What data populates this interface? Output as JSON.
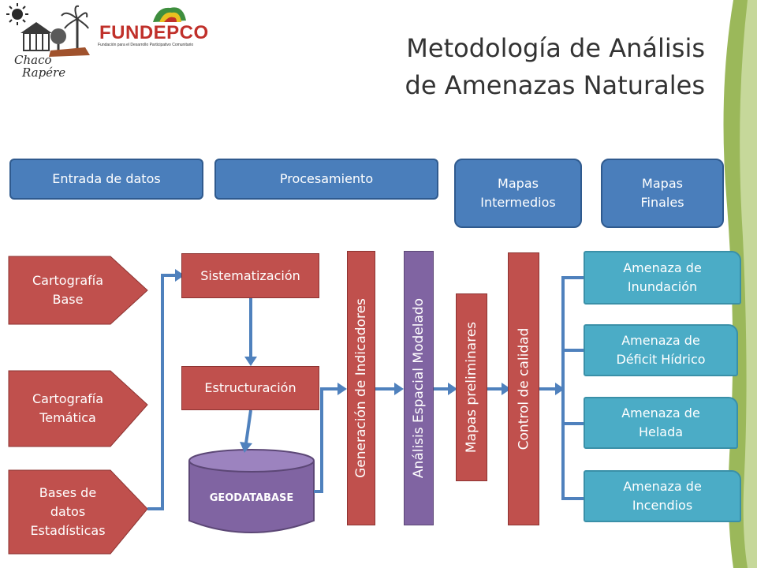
{
  "title": {
    "line1": "Metodología de Análisis",
    "line2": "de Amenazas Naturales"
  },
  "logos": {
    "chaco": {
      "line1": "Chaco",
      "line2": "Rapére"
    },
    "fundepco": {
      "name": "FUNDEPCO",
      "tagline": "Fundación para el Desarrollo Participativo Comunitario"
    }
  },
  "headers": {
    "entrada": "Entrada de datos",
    "procesamiento": "Procesamiento",
    "intermedios": {
      "line1": "Mapas",
      "line2": "Intermedios"
    },
    "finales": {
      "line1": "Mapas",
      "line2": "Finales"
    }
  },
  "inputs": [
    {
      "line1": "Cartografía",
      "line2": "Base",
      "line3": ""
    },
    {
      "line1": "Cartografía",
      "line2": "Temática",
      "line3": ""
    },
    {
      "line1": "Bases de",
      "line2": "datos",
      "line3": "Estadísticas"
    }
  ],
  "process": {
    "sistematizacion": "Sistematización",
    "estructuracion": "Estructuración",
    "geodatabase": "GEODATABASE"
  },
  "vertical": {
    "indicadores": "Generación de Indicadores",
    "analisis": "Análisis Espacial Modelado",
    "preliminares": "Mapas preliminares",
    "control": "Control de calidad"
  },
  "outputs": [
    {
      "line1": "Amenaza de",
      "line2": "Inundación"
    },
    {
      "line1": "Amenaza de",
      "line2": "Déficit Hídrico"
    },
    {
      "line1": "Amenaza de",
      "line2": "Helada"
    },
    {
      "line1": "Amenaza de",
      "line2": "Incendios"
    }
  ],
  "colors": {
    "red": "#c0504d",
    "blue": "#4a7ebb",
    "teal": "#4bacc6",
    "purple": "#8064a2",
    "connector": "#4f81bd",
    "title": "#333333"
  }
}
